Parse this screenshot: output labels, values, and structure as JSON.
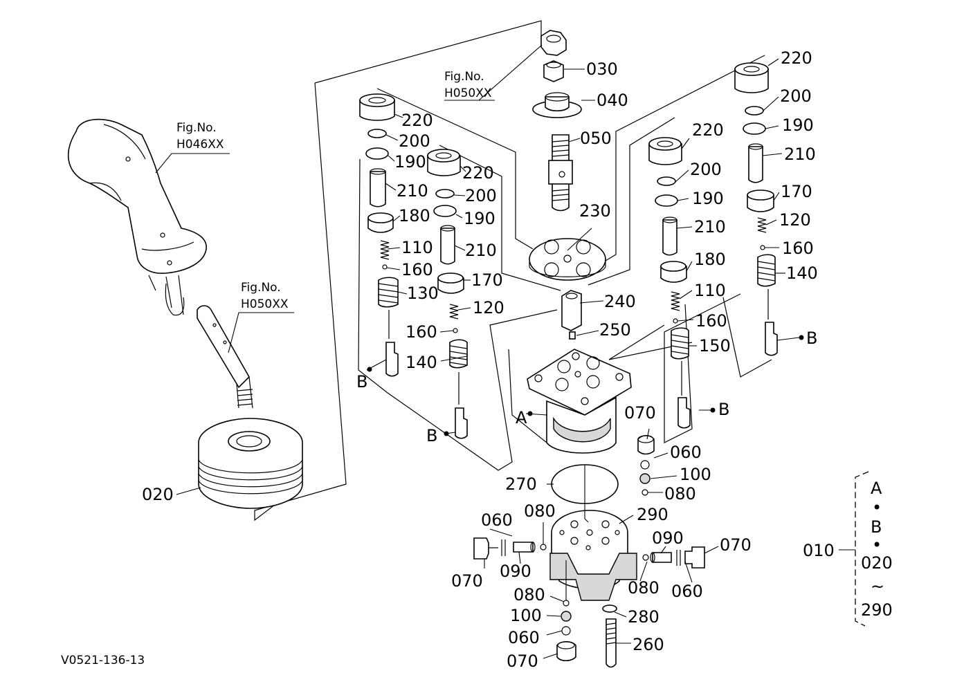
{
  "figure_code": "V0521-136-13",
  "fig_refs": [
    {
      "title": "Fig.No.",
      "code": "H046XX"
    },
    {
      "title": "Fig.No.",
      "code": "H050XX"
    },
    {
      "title": "Fig.No.",
      "code": "H050XX"
    }
  ],
  "assembly": {
    "number": "010",
    "contents": [
      "A",
      "•",
      "B",
      "•",
      "020",
      "~",
      "290"
    ]
  },
  "callouts": [
    "030",
    "040",
    "050",
    "230",
    "240",
    "250",
    "220",
    "200",
    "190",
    "210",
    "180",
    "110",
    "160",
    "130",
    "220",
    "200",
    "190",
    "210",
    "170",
    "120",
    "160",
    "140",
    "220",
    "200",
    "190",
    "210",
    "180",
    "110",
    "160",
    "150",
    "220",
    "200",
    "190",
    "210",
    "170",
    "120",
    "160",
    "140",
    "020",
    "070",
    "060",
    "100",
    "080",
    "270",
    "290",
    "060",
    "080",
    "070",
    "090",
    "090",
    "070",
    "080",
    "060",
    "080",
    "100",
    "060",
    "070",
    "280",
    "260"
  ],
  "refs": [
    "A",
    "B",
    "B",
    "B",
    "B"
  ]
}
